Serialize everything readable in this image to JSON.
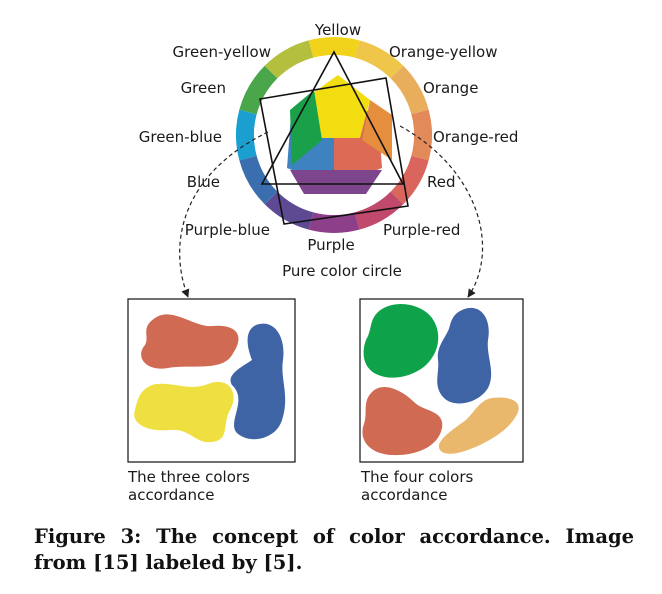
{
  "wheel": {
    "segments": [
      {
        "name": "Yellow",
        "color": "#f2d31b"
      },
      {
        "name": "Orange-yellow",
        "color": "#f0c64a"
      },
      {
        "name": "Orange",
        "color": "#e9ae5c"
      },
      {
        "name": "Orange-red",
        "color": "#e38a5a"
      },
      {
        "name": "Red",
        "color": "#d9655c"
      },
      {
        "name": "Purple-red",
        "color": "#c14a6c"
      },
      {
        "name": "Purple",
        "color": "#8e3f8a"
      },
      {
        "name": "Purple-blue",
        "color": "#5d4a92"
      },
      {
        "name": "Blue",
        "color": "#3a6eae"
      },
      {
        "name": "Green-blue",
        "color": "#1b9fd0"
      },
      {
        "name": "Green",
        "color": "#4aa64a"
      },
      {
        "name": "Green-yellow",
        "color": "#b3bf3d"
      }
    ],
    "title": "Pure color circle"
  },
  "panels": {
    "left": {
      "line1": "The three colors",
      "line2": "accordance"
    },
    "right": {
      "line1": "The four colors",
      "line2": "accordance"
    }
  },
  "blob_colors": {
    "red": "#d06a52",
    "blue": "#3e64a6",
    "yellow": "#efdf41",
    "green": "#0ea34b",
    "orange": "#e9b86d"
  },
  "caption": "Figure 3: The concept of color accordance. Image from [15] labeled by [5]."
}
